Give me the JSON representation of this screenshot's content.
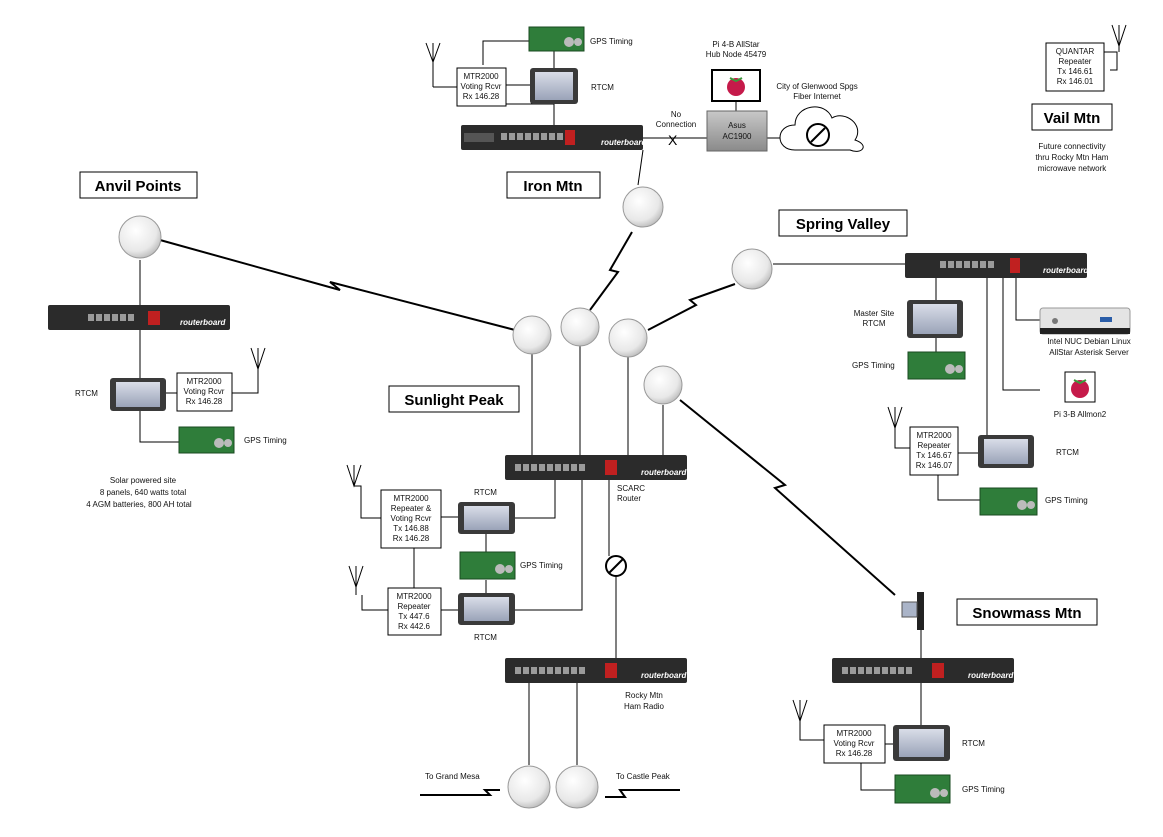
{
  "sites": {
    "iron_mtn": "Iron Mtn",
    "anvil_points": "Anvil Points",
    "spring_valley": "Spring Valley",
    "sunlight_peak": "Sunlight Peak",
    "snowmass_mtn": "Snowmass Mtn",
    "vail_mtn": "Vail Mtn"
  },
  "iron": {
    "gps": "GPS Timing",
    "rtcm": "RTCM",
    "mtr": [
      "MTR2000",
      "Voting Rcvr",
      "Rx 146.28"
    ],
    "pi": [
      "Pi 4-B AllStar",
      "Hub Node 45479"
    ],
    "fiber": [
      "City of Glenwood Spgs",
      "Fiber Internet"
    ],
    "no_conn": [
      "No",
      "Connection"
    ],
    "x": "X",
    "asus": [
      "Asus",
      "AC1900"
    ]
  },
  "vail": {
    "quantar": [
      "QUANTAR",
      "Repeater",
      "Tx 146.61",
      "Rx 146.01"
    ],
    "future": [
      "Future connectivity",
      "thru Rocky Mtn Ham",
      "microwave network"
    ]
  },
  "anvil": {
    "rtcm": "RTCM",
    "mtr": [
      "MTR2000",
      "Voting Rcvr",
      "Rx 146.28"
    ],
    "gps": "GPS Timing",
    "solar": [
      "Solar powered site",
      "8 panels, 640 watts total",
      "4 AGM batteries, 800 AH total"
    ]
  },
  "spring": {
    "master": [
      "Master Site",
      "RTCM"
    ],
    "gps1": "GPS Timing",
    "nuc": [
      "Intel NUC Debian Linux",
      "AllStar Asterisk Server"
    ],
    "pi": "Pi 3-B Allmon2",
    "mtr": [
      "MTR2000",
      "Repeater",
      "Tx 146.67",
      "Rx 146.07"
    ],
    "rtcm": "RTCM",
    "gps2": "GPS Timing"
  },
  "sunlight": {
    "mtr1": [
      "MTR2000",
      "Repeater &",
      "Voting Rcvr",
      "Tx 146.88",
      "Rx 146.28"
    ],
    "rtcm1": "RTCM",
    "gps": "GPS Timing",
    "mtr2": [
      "MTR2000",
      "Repeater",
      "Tx 447.6",
      "Rx 442.6"
    ],
    "rtcm2": "RTCM",
    "router": [
      "SCARC",
      "Router"
    ]
  },
  "rocky": {
    "name": [
      "Rocky Mtn",
      "Ham Radio"
    ],
    "grand_mesa": "To Grand Mesa",
    "castle_peak": "To Castle Peak"
  },
  "snowmass": {
    "mtr": [
      "MTR2000",
      "Voting Rcvr",
      "Rx 146.28"
    ],
    "rtcm": "RTCM",
    "gps": "GPS Timing"
  },
  "routerboard_text": "routerboard",
  "colors": {
    "router_body": "#2b2b2b",
    "gps_board": "#2f7d3a",
    "rtcm_screen": "#c9cfe0",
    "pi_red": "#c51a4a"
  }
}
